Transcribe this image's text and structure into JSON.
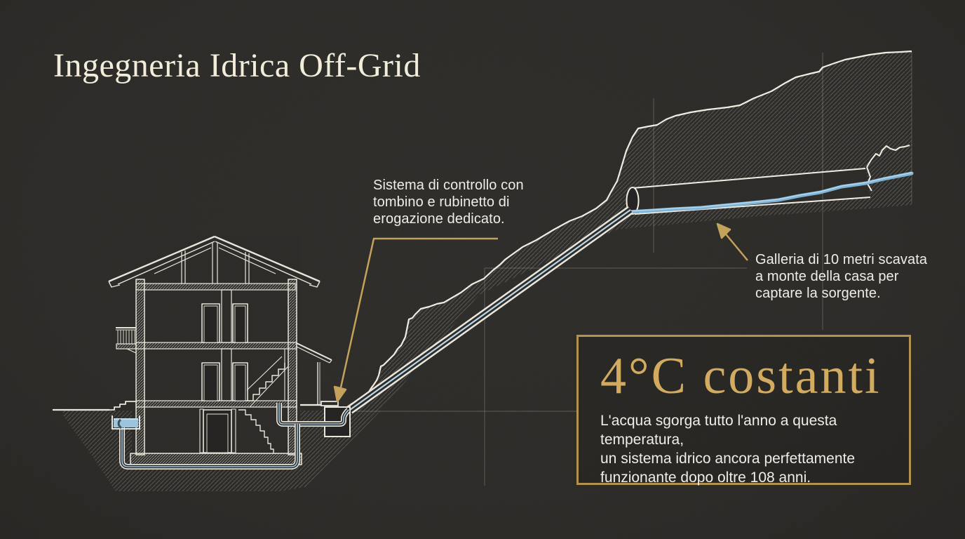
{
  "title": "Ingegneria Idrica Off-Grid",
  "annotations": {
    "control_system": {
      "lines": [
        "Sistema di controllo con",
        "tombino e rubinetto di",
        "erogazione dedicato."
      ]
    },
    "gallery": {
      "lines": [
        "Galleria di 10 metri scavata",
        "a monte della casa per",
        "captare la sorgente."
      ]
    }
  },
  "callout": {
    "headline": "4°C costanti",
    "body_lines": [
      "L'acqua sgorga tutto l'anno a questa temperatura,",
      "un sistema idrico ancora perfettamente",
      "funzionante dopo oltre 108 anni."
    ]
  },
  "colors": {
    "background": "#2b2a27",
    "title_cream": "#f2edda",
    "accent_gold": "#c4a159",
    "headline_gold": "#d2ab60",
    "box_border_gold": "#b3914f",
    "line_white": "#e9e5da",
    "water_blue": "#8cc0e0"
  },
  "diagram": {
    "elements": [
      "house-cross-section",
      "mountain-slope",
      "spring-tunnel",
      "water-stream",
      "supply-pipe",
      "control-manhole",
      "discharge-basin"
    ]
  }
}
